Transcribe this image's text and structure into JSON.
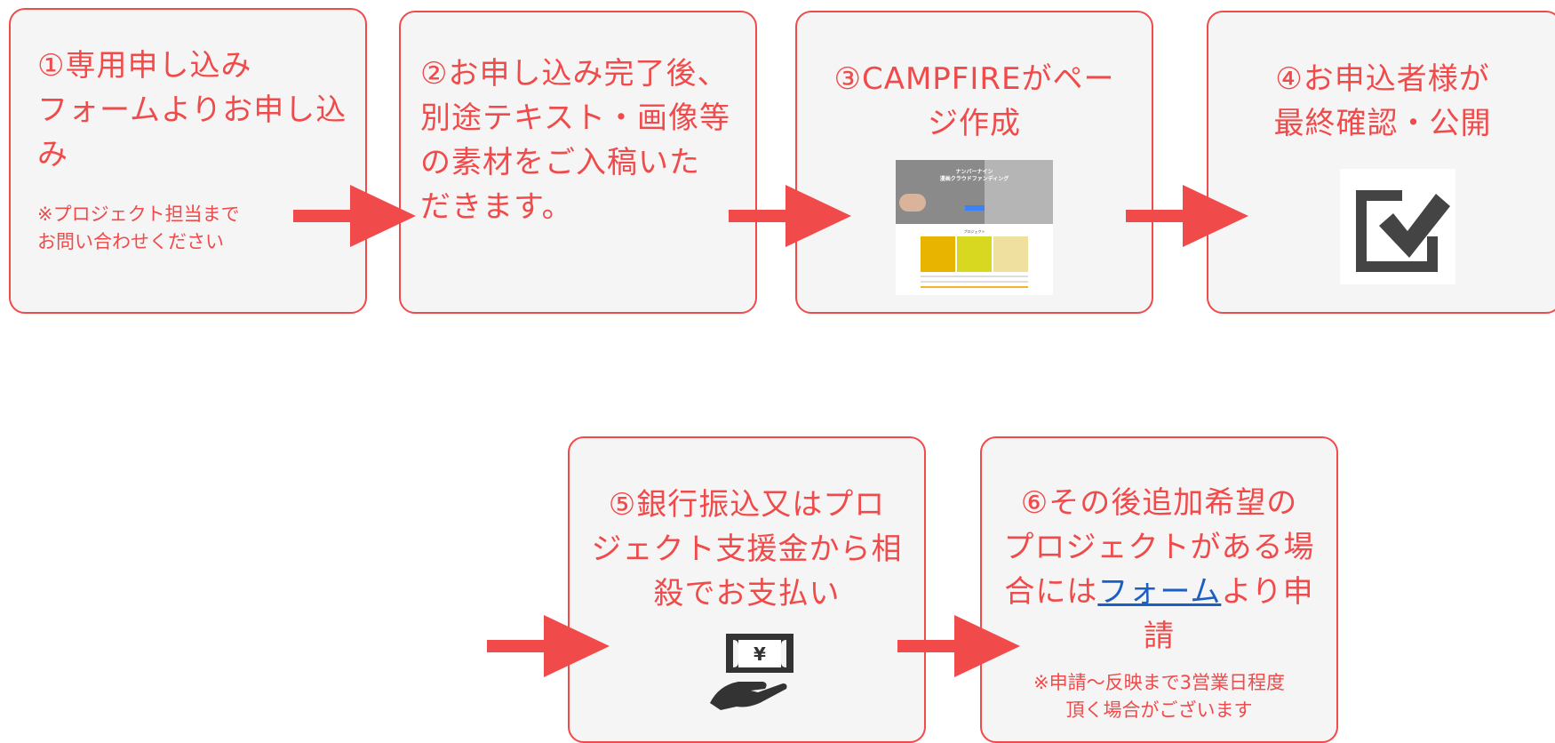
{
  "steps": [
    {
      "lines": [
        "①専用申し込み",
        "フォームよりお申し込",
        "み"
      ],
      "note": [
        "※プロジェクト担当まで",
        "お問い合わせください"
      ]
    },
    {
      "lines": [
        "②お申し込み完了後、",
        "別途テキスト・画像等",
        "の素材をご入稿いた",
        "だきます。"
      ]
    },
    {
      "lines": [
        "③CAMPFIREがペー",
        "ジ作成"
      ]
    },
    {
      "lines": [
        "④お申込者様が",
        "最終確認・公開"
      ]
    },
    {
      "lines": [
        "⑤銀行振込又はプロ",
        "ジェクト支援金から相",
        "殺でお支払い"
      ]
    },
    {
      "lines": [
        "⑥その後追加希望の",
        "プロジェクトがある場"
      ],
      "line3_before": "合には",
      "line3_link": "フォーム",
      "line3_after": "より申",
      "line4": "請",
      "note": [
        "※申請〜反映まで3営業日程度",
        "頂く場合がございます"
      ]
    }
  ],
  "screenshot": {
    "hero_title": [
      "ナンバーナイン",
      "漫画クラウドファンディング"
    ],
    "section_title": "プロジェクト"
  },
  "icons": {
    "check": "checkbox-checked-icon",
    "payment": "yen-bill-hand-icon"
  },
  "colors": {
    "accent": "#f04a4a",
    "box_bg": "#f5f5f5",
    "link": "#1a5fc4"
  }
}
